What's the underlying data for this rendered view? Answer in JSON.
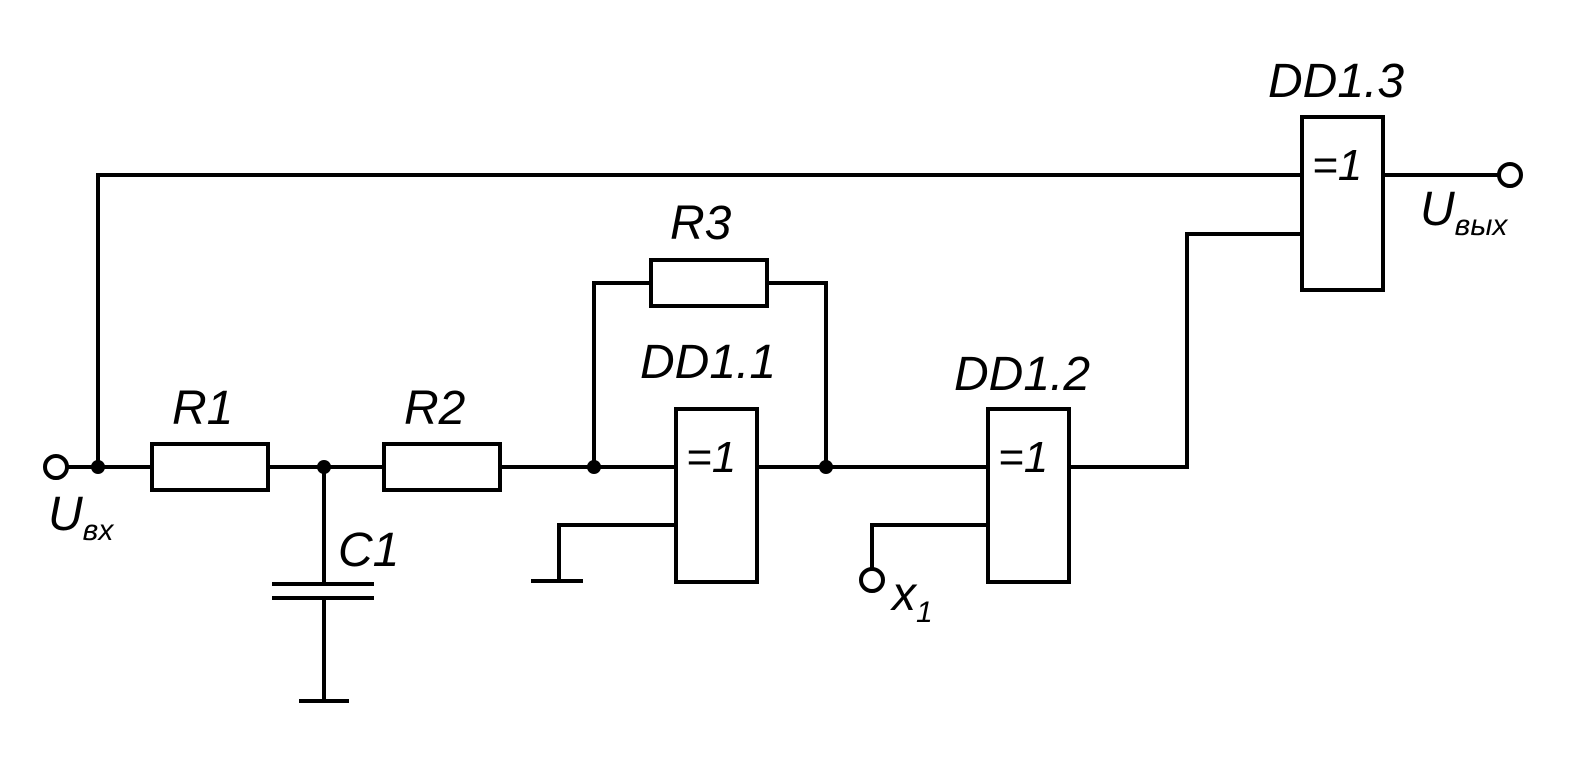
{
  "components": {
    "r1": {
      "label": "R1"
    },
    "r2": {
      "label": "R2"
    },
    "r3": {
      "label": "R3"
    },
    "c1": {
      "label": "C1"
    },
    "dd11": {
      "label": "DD1.1",
      "symbol": "=1"
    },
    "dd12": {
      "label": "DD1.2",
      "symbol": "=1"
    },
    "dd13": {
      "label": "DD1.3",
      "symbol": "=1"
    }
  },
  "terminals": {
    "input": {
      "main": "U",
      "sub": "вх"
    },
    "output": {
      "main": "U",
      "sub": "вых"
    },
    "x1": {
      "main": "x",
      "sub": "1"
    }
  },
  "colors": {
    "line": "#000000",
    "background": "#ffffff"
  }
}
